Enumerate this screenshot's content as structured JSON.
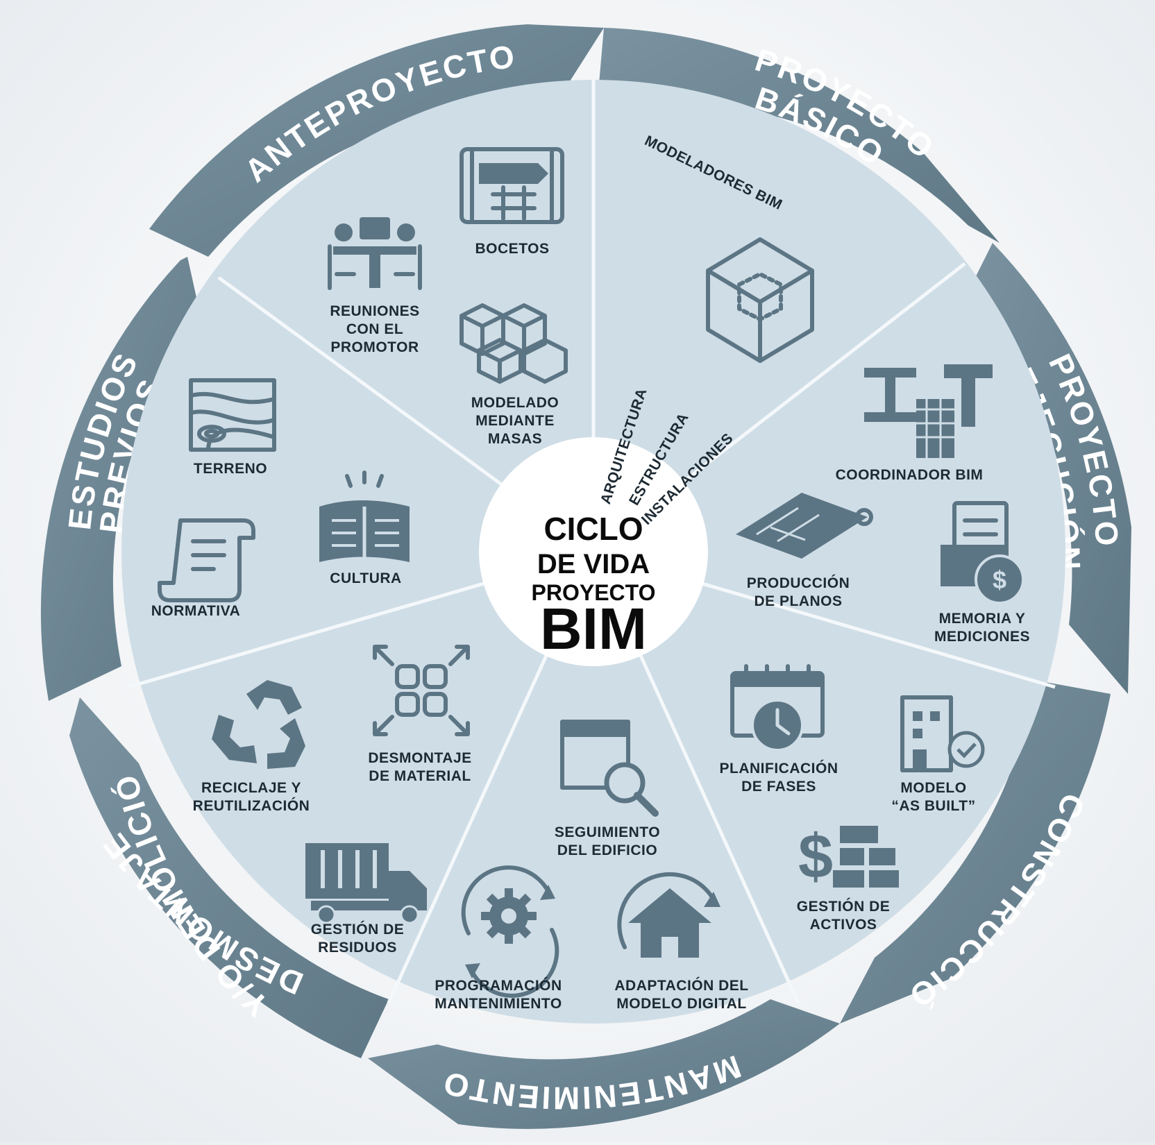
{
  "center": {
    "line1": "CICLO",
    "line2": "DE VIDA",
    "line3": "PROYECTO",
    "line4": "BIM"
  },
  "phases": {
    "anteproyecto": "ANTEPROYECTO",
    "proyecto_basico": [
      "PROYECTO",
      "BÁSICO"
    ],
    "proyecto_ejecucion": [
      "PROYECTO",
      "EJECUCIÓN"
    ],
    "construccion": "CONSTRUCCIÓN",
    "mantenimiento": "MANTENIMIENTO",
    "desmontaje": [
      "DESMONTAJE",
      "Y/O DEMOLICIÓN"
    ],
    "estudios_previos": [
      "ESTUDIOS",
      "PREVIOS"
    ]
  },
  "items": {
    "bocetos": [
      "BOCETOS"
    ],
    "reuniones": [
      "REUNIONES",
      "CON EL",
      "PROMOTOR"
    ],
    "modelado_masas": [
      "MODELADO",
      "MEDIANTE",
      "MASAS"
    ],
    "modeladores_bim": "MODELADORES BIM",
    "arquitectura": "ARQUITECTURA",
    "estructura": "ESTRUCTURA",
    "instalaciones": "INSTALACIONES",
    "coordinador_bim": [
      "COORDINADOR BIM"
    ],
    "produccion_planos": [
      "PRODUCCIÓN",
      "DE PLANOS"
    ],
    "memoria_mediciones": [
      "MEMORIA Y",
      "MEDICIONES"
    ],
    "planificacion_fases": [
      "PLANIFICACIÓN",
      "DE FASES"
    ],
    "modelo_as_built": [
      "MODELO",
      "“AS BUILT”"
    ],
    "gestion_activos": [
      "GESTIÓN DE",
      "ACTIVOS"
    ],
    "seguimiento_edificio": [
      "SEGUIMIENTO",
      "DEL EDIFICIO"
    ],
    "programacion_mantenimiento": [
      "PROGRAMACIÓN",
      "MANTENIMIENTO"
    ],
    "adaptacion_modelo": [
      "ADAPTACIÓN DEL",
      "MODELO DIGITAL"
    ],
    "desmontaje_material": [
      "DESMONTAJE",
      "DE MATERIAL"
    ],
    "reciclaje": [
      "RECICLAJE Y",
      "REUTILIZACIÓN"
    ],
    "gestion_residuos": [
      "GESTIÓN DE",
      "RESIDUOS"
    ],
    "terreno": [
      "TERRENO"
    ],
    "cultura": [
      "CULTURA"
    ],
    "normativa": [
      "NORMATIVA"
    ]
  },
  "colors": {
    "ring": "#6e8795",
    "disc": "#cfdde6",
    "divider": "#f4f8fb",
    "icon": "#5c7584",
    "text": "#1d2a33"
  }
}
